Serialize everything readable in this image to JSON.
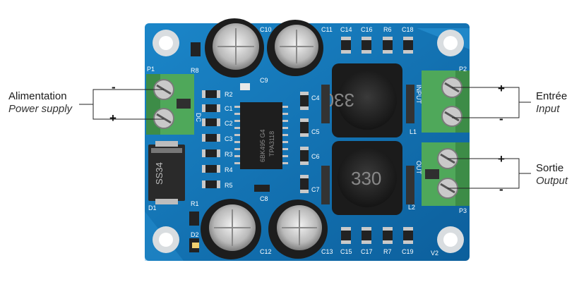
{
  "power": {
    "fr": "Alimentation",
    "en": "Power supply",
    "minus": "-",
    "plus": "+"
  },
  "input": {
    "fr": "Entrée",
    "en": "Input",
    "plus": "+",
    "minus": "-"
  },
  "output": {
    "fr": "Sortie",
    "en": "Output",
    "plus": "+",
    "minus": "-"
  },
  "board": {
    "silk": {
      "p1": "P1",
      "p2": "P2",
      "p3": "P3",
      "d1": "D1",
      "d2": "D2",
      "r1": "R1",
      "r8": "R8",
      "v2": "V2",
      "c8": "C8",
      "c9": "C9",
      "c10": "C10",
      "c11": "C11",
      "c12": "C12",
      "c13": "C13",
      "c14": "C14",
      "c15": "C15",
      "c16": "C16",
      "c17": "C17",
      "c18": "C18",
      "c19": "C19",
      "r6": "R6",
      "r7": "R7",
      "l1": "L1",
      "l2": "L2",
      "dc": "DC",
      "input": "INPUT",
      "out": "OUT",
      "r2": "R2",
      "c1": "C1",
      "c2": "C2",
      "c3": "C3",
      "r3": "R3",
      "r4": "R4",
      "r5": "R5",
      "c4": "C4",
      "c5": "C5",
      "c6": "C6",
      "c7": "C7"
    },
    "chip_line1": "6BK495 G4",
    "chip_line2": "TPA3118",
    "inductor_value": "330",
    "diode_marking": "SS34"
  }
}
